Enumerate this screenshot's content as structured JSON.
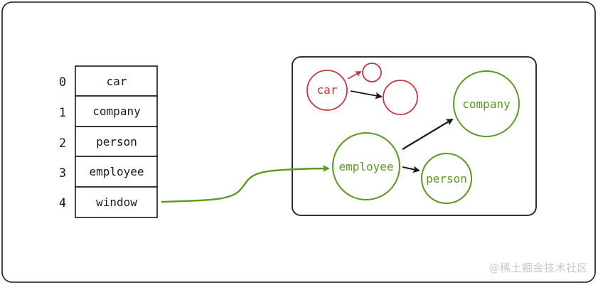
{
  "array": {
    "indices": [
      "0",
      "1",
      "2",
      "3",
      "4"
    ],
    "cells": [
      "car",
      "company",
      "person",
      "employee",
      "window"
    ]
  },
  "heap": {
    "car": "car",
    "company": "company",
    "employee": "employee",
    "person": "person"
  },
  "colors": {
    "stroke": "#1a1a1a",
    "red": "#c8363f",
    "green": "#5a9a1c"
  },
  "watermark": "@稀土掘金技术社区"
}
